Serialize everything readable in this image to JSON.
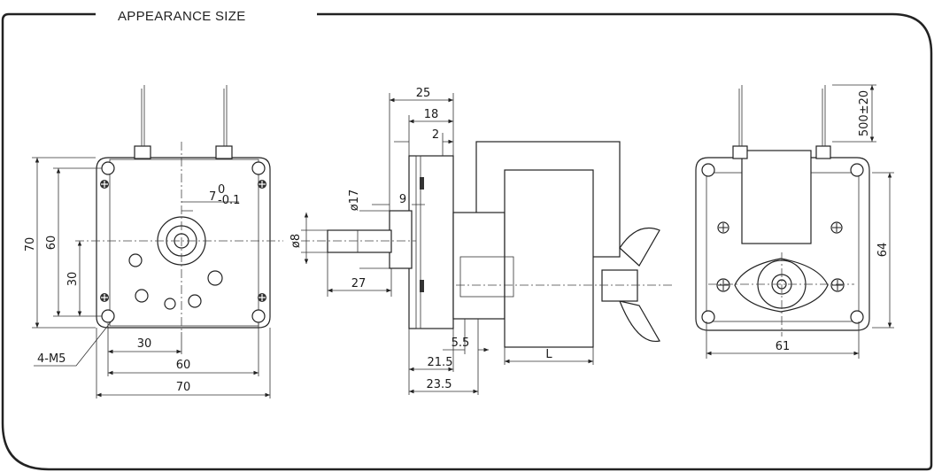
{
  "header": {
    "title": "APPEARANCE SIZE"
  },
  "front_view": {
    "labels": {
      "height_outer": "70",
      "height_inner": "60",
      "height_center": "30",
      "width_half": "30",
      "width_holes": "60",
      "width_outer": "70",
      "holes": "4-M5",
      "offset_main": "7",
      "offset_sup": "0",
      "offset_sub": "-0.1"
    }
  },
  "side_view": {
    "labels": {
      "d25": "25",
      "d18": "18",
      "d2": "2",
      "d17": "ø17",
      "d9": "9",
      "d8": "ø8",
      "d27": "27",
      "d5_5": "5.5",
      "d21_5": "21.5",
      "d23_5": "23.5",
      "dL": "L"
    }
  },
  "rear_view": {
    "labels": {
      "lead": "500±20",
      "height": "64",
      "width": "61"
    }
  }
}
